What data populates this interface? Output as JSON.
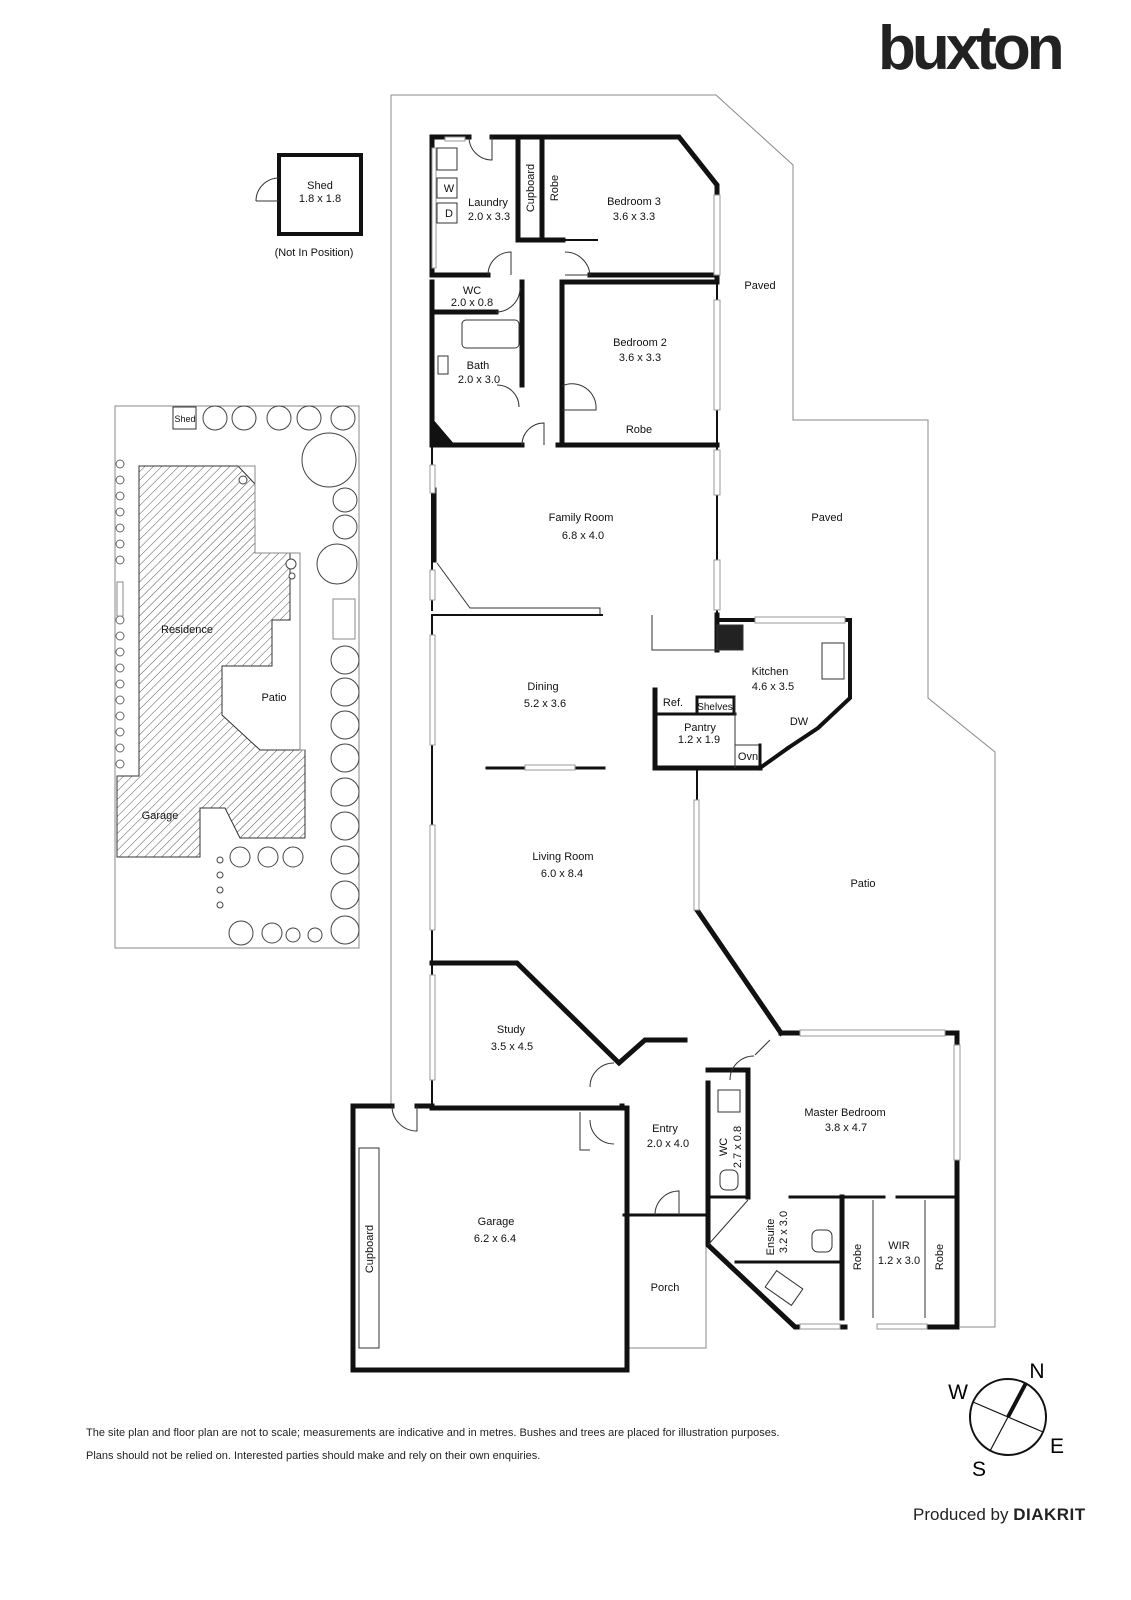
{
  "brand": {
    "logo_text": "buxton"
  },
  "shed": {
    "name": "Shed",
    "dims": "1.8 x 1.8",
    "note": "(Not In Position)"
  },
  "site_plan": {
    "labels": {
      "shed": "Shed",
      "residence": "Residence",
      "patio": "Patio",
      "garage": "Garage"
    }
  },
  "rooms": {
    "laundry": {
      "name": "Laundry",
      "dims": "2.0 x 3.3"
    },
    "w": "W",
    "d": "D",
    "cupboard": "Cupboard",
    "robe_b3": "Robe",
    "bedroom3": {
      "name": "Bedroom 3",
      "dims": "3.6 x 3.3"
    },
    "wc1": {
      "name": "WC",
      "dims": "2.0 x 0.8"
    },
    "bath": {
      "name": "Bath",
      "dims": "2.0 x 3.0"
    },
    "bedroom2": {
      "name": "Bedroom 2",
      "dims": "3.6 x 3.3"
    },
    "robe_b2": "Robe",
    "family": {
      "name": "Family Room",
      "dims": "6.8 x 4.0"
    },
    "dining": {
      "name": "Dining",
      "dims": "5.2 x 3.6"
    },
    "kitchen": {
      "name": "Kitchen",
      "dims": "4.6 x 3.5"
    },
    "ref": "Ref.",
    "shelves": "Shelves",
    "pantry": {
      "name": "Pantry",
      "dims": "1.2 x 1.9"
    },
    "dw": "DW",
    "ovn": "Ovn",
    "living": {
      "name": "Living Room",
      "dims": "6.0 x 8.4"
    },
    "study": {
      "name": "Study",
      "dims": "3.5 x 4.5"
    },
    "entry": {
      "name": "Entry",
      "dims": "2.0 x 4.0"
    },
    "wc2": {
      "name": "WC",
      "dims": "2.7 x 0.8"
    },
    "master": {
      "name": "Master Bedroom",
      "dims": "3.8 x 4.7"
    },
    "ensuite": {
      "name": "Ensuite",
      "dims": "3.2 x 3.0"
    },
    "wir": {
      "name": "WIR",
      "dims": "1.2 x 3.0"
    },
    "robe_wir_l": "Robe",
    "robe_wir_r": "Robe",
    "garage": {
      "name": "Garage",
      "dims": "6.2 x 6.4"
    },
    "cupboard_garage": "Cupboard",
    "porch": "Porch"
  },
  "outdoor": {
    "paved1": "Paved",
    "paved2": "Paved",
    "patio": "Patio"
  },
  "compass": {
    "n": "N",
    "e": "E",
    "s": "S",
    "w": "W"
  },
  "disclaimer": {
    "line1": "The site plan and floor plan are not to scale; measurements are indicative and in metres. Bushes and trees are placed for illustration purposes.",
    "line2": "Plans should not be relied on. Interested parties should make and rely on their own enquiries."
  },
  "credit": {
    "prefix": "Produced by",
    "company": "DIAKRIT"
  }
}
